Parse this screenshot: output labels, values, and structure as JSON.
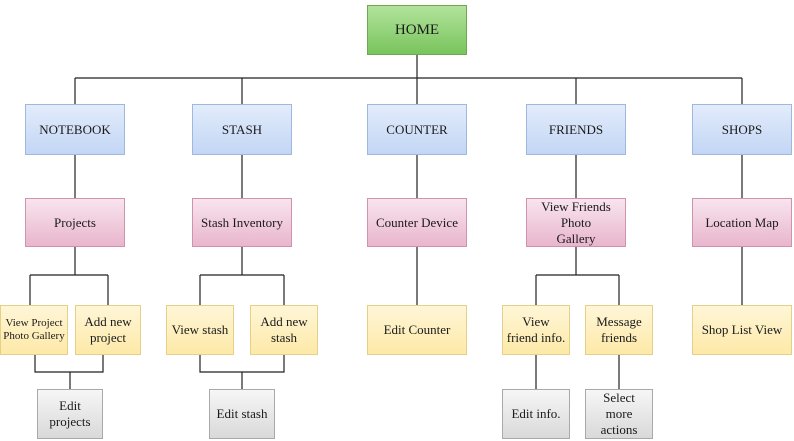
{
  "root": "HOME",
  "sections": {
    "notebook": {
      "title": "NOTEBOOK",
      "main": "Projects",
      "children": [
        "View Project Photo Gallery",
        "Add new project"
      ],
      "sub": "Edit projects"
    },
    "stash": {
      "title": "STASH",
      "main": "Stash Inventory",
      "children": [
        "View stash",
        "Add new stash"
      ],
      "sub": "Edit stash"
    },
    "counter": {
      "title": "COUNTER",
      "main": "Counter Device",
      "children": [
        "Edit Counter"
      ]
    },
    "friends": {
      "title": "FRIENDS",
      "main": "View Friends Photo Gallery",
      "children": [
        "View friend info.",
        "Message friends"
      ],
      "subs": [
        "Edit info.",
        "Select more actions"
      ]
    },
    "shops": {
      "title": "SHOPS",
      "main": "Location Map",
      "children": [
        "Shop List View"
      ]
    }
  },
  "colors": {
    "home": "#79c45d",
    "category": "#c3d6f5",
    "feature": "#e9b6cd",
    "action": "#fde9a8",
    "sub_action": "#d9d9d9",
    "connector": "#222222"
  }
}
